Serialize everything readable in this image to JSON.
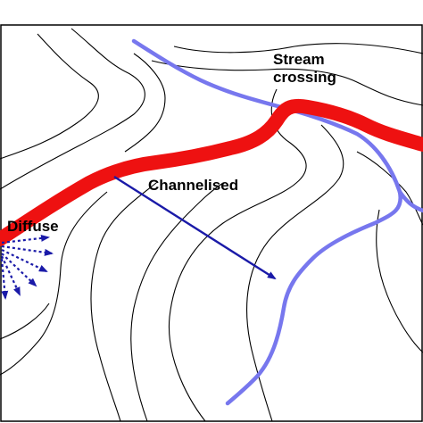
{
  "labels": {
    "stream_crossing_line1": "Stream",
    "stream_crossing_line2": "crossing",
    "channelised": "Channelised",
    "diffuse": "Diffuse"
  },
  "colors": {
    "road": "#ee1111",
    "stream": "#7777ee",
    "arrow": "#1a1aa8",
    "contour": "#000000",
    "frame": "#000000"
  },
  "icons": [
    "diffuse-spray-arrows",
    "channelised-flow-arrow"
  ]
}
